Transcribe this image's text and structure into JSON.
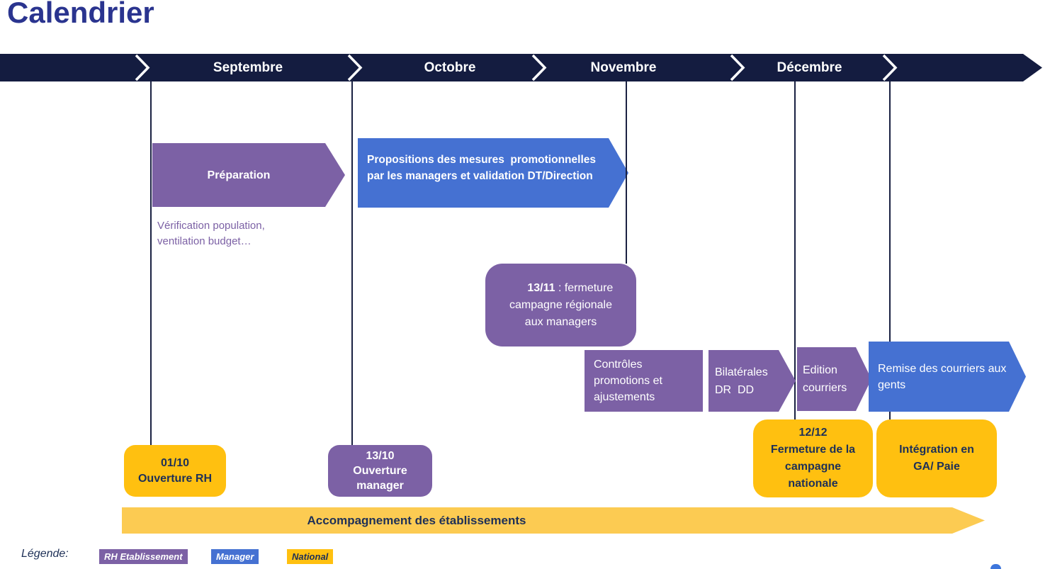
{
  "title": "Calendrier",
  "banner": {
    "months": [
      "Septembre",
      "Octobre",
      "Novembre",
      "Décembre"
    ]
  },
  "phases": {
    "preparation": {
      "label": "Préparation",
      "note": "Vérification population,\nventilation budget…"
    },
    "propositions": {
      "label": "Propositions des mesures  promotionnelles\npar les managers et validation DT/Direction"
    },
    "fermeture_regionale": {
      "date": "13/11",
      "text": " : fermeture campagne régionale aux managers"
    },
    "controles": {
      "label": "Contrôles promotions et ajustements"
    },
    "bilaterales": {
      "label": "Bilatérales\nDR  DD"
    },
    "edition_courriers": {
      "label": "Edition\ncourriers"
    },
    "remise_courriers": {
      "label": "Remise des courriers aux\ngents"
    },
    "accompagnement": {
      "label": "Accompagnement des établissements"
    }
  },
  "milestones": {
    "ouverture_rh": {
      "date": "01/10",
      "label": "Ouverture RH"
    },
    "ouverture_manager": {
      "date": "13/10",
      "label": "Ouverture\nmanager"
    },
    "fermeture_nationale": {
      "date": "12/12",
      "label": "Fermeture de la\ncampagne\nnationale"
    },
    "integration_paie": {
      "label": "Intégration en\nGA/ Paie"
    }
  },
  "legend": {
    "title": "Légende:",
    "items": [
      {
        "label": "RH Etablissement",
        "color": "#7C61A5"
      },
      {
        "label": "Manager",
        "color": "#4571D2"
      },
      {
        "label": "National",
        "color": "#FFC010"
      }
    ]
  },
  "colors": {
    "banner_navy": "#141C40",
    "title_blue": "#2A348F",
    "purple": "#7C61A5",
    "blue": "#4571D2",
    "gold": "#FFC010",
    "light_gold": "#FCCB52",
    "navy_text": "#1E3057"
  }
}
